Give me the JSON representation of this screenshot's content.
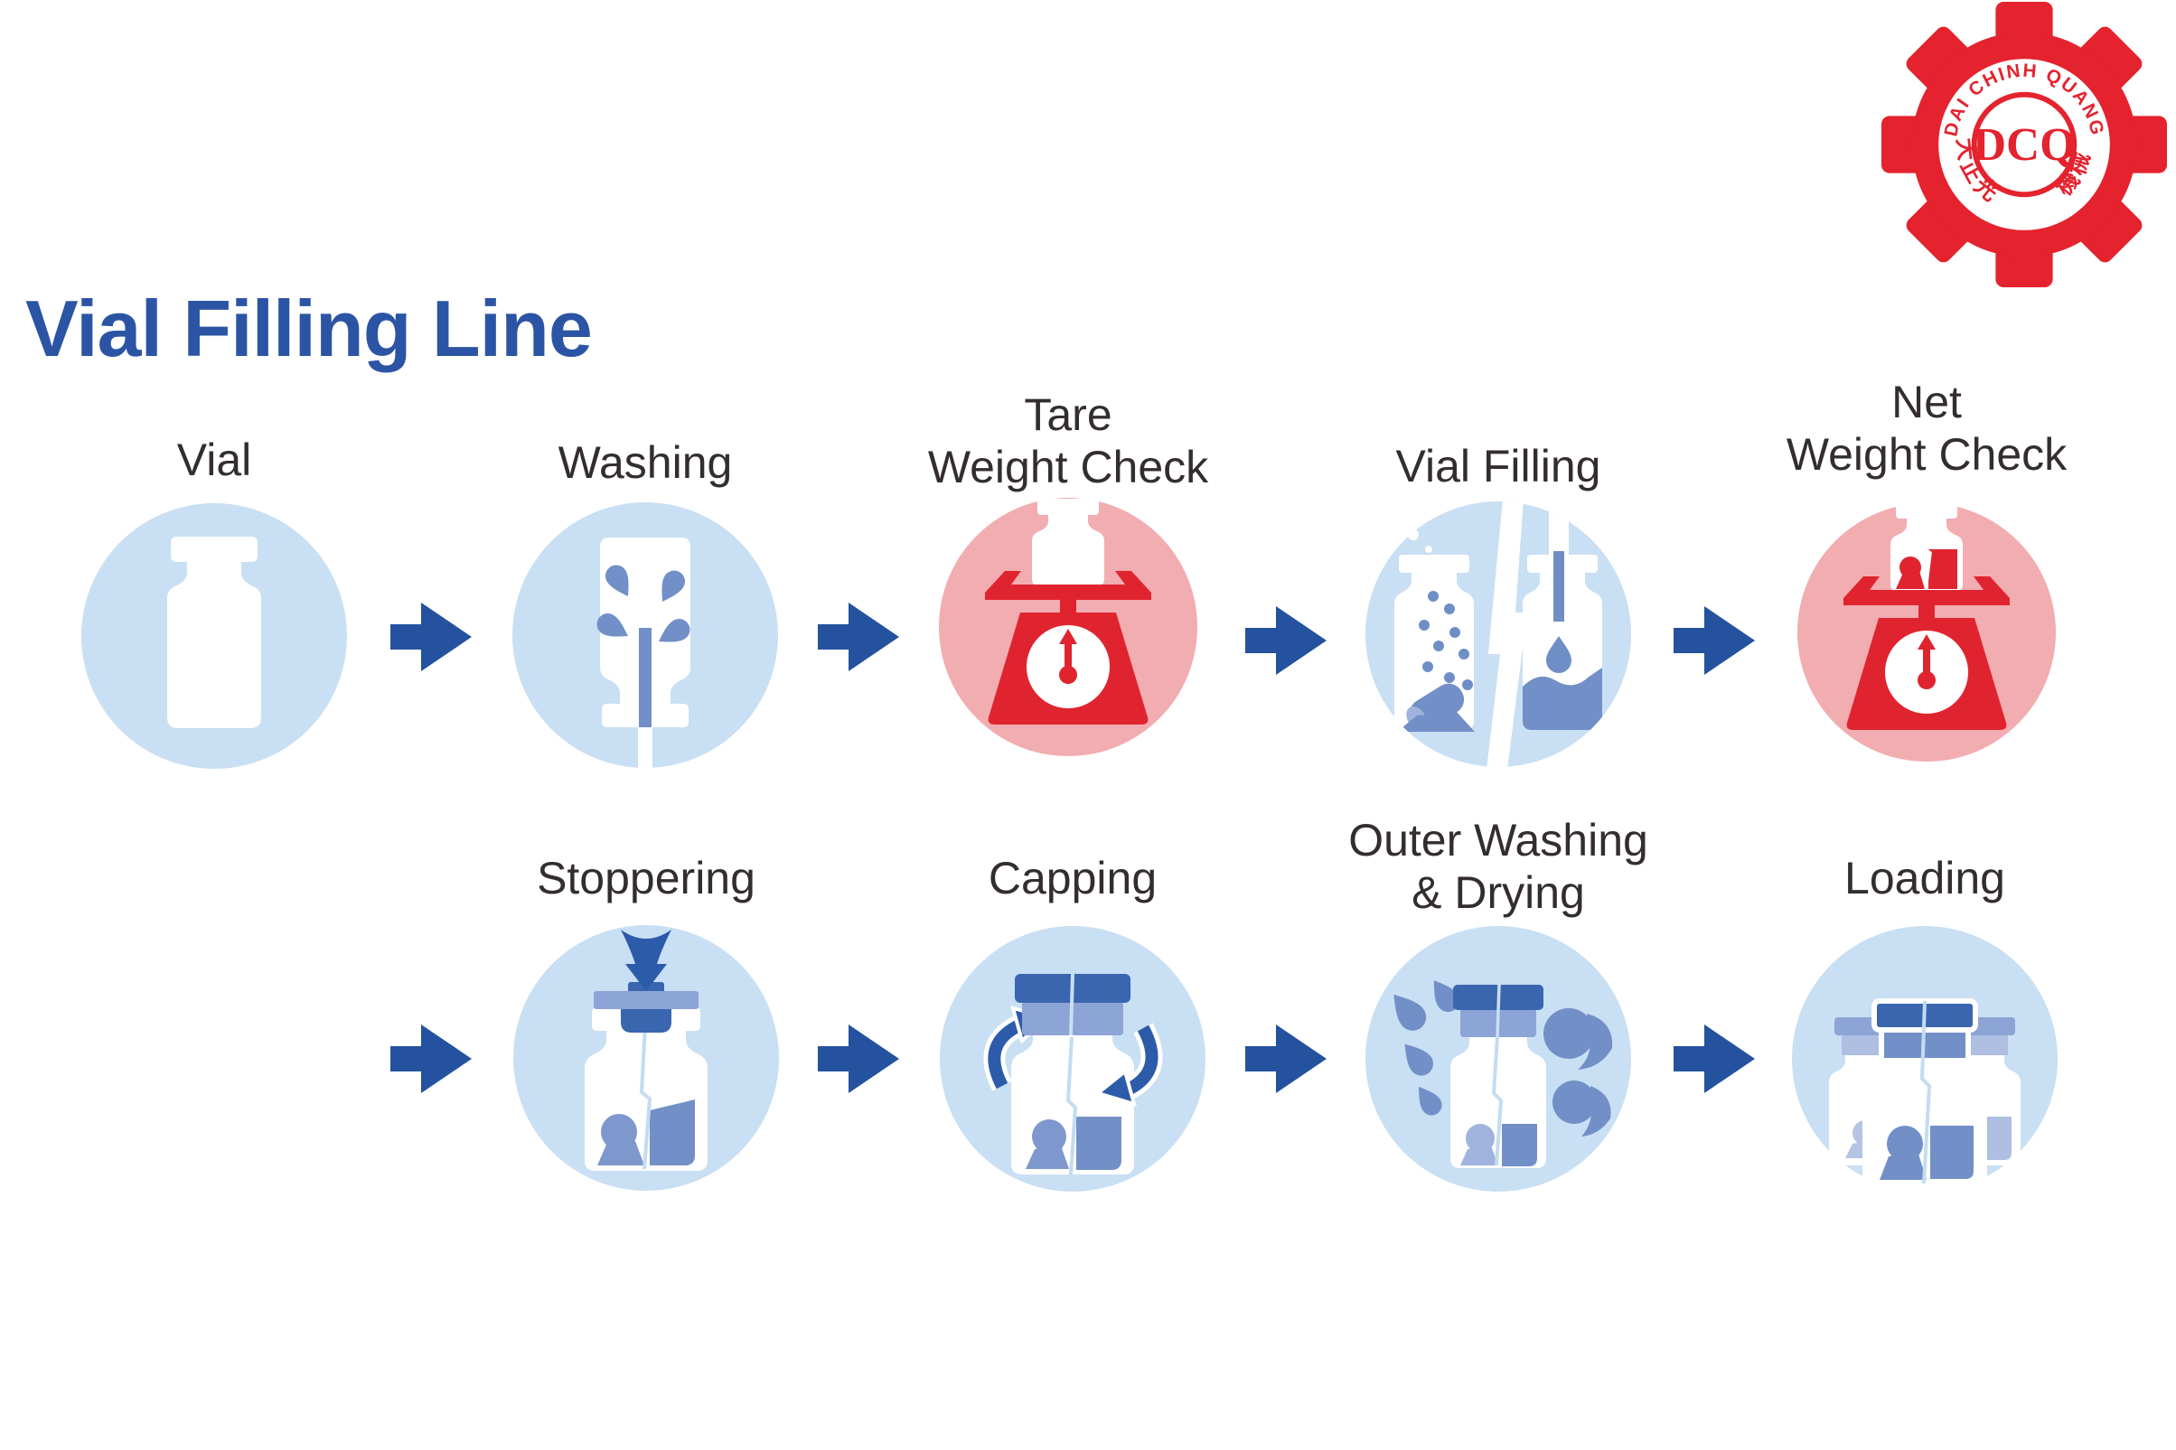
{
  "page": {
    "title": "Vial Filling Line"
  },
  "logo": {
    "arc_text": "DAI CHINH QUANG",
    "monogram": "DCQ",
    "cjk_left": "大正光",
    "cjk_right": "機械",
    "color": "#E4232E"
  },
  "steps": [
    {
      "id": "vial",
      "lines": [
        "Vial"
      ],
      "icon": "vial-icon",
      "theme": "blue"
    },
    {
      "id": "washing",
      "lines": [
        "Washing"
      ],
      "icon": "washing-icon",
      "theme": "blue"
    },
    {
      "id": "tare-weight-check",
      "lines": [
        "Tare",
        "Weight Check"
      ],
      "icon": "tare-scale-icon",
      "theme": "red"
    },
    {
      "id": "vial-filling",
      "lines": [
        "Vial Filling"
      ],
      "icon": "vial-filling-icon",
      "theme": "blue"
    },
    {
      "id": "net-weight-check",
      "lines": [
        "Net",
        "Weight Check"
      ],
      "icon": "net-scale-icon",
      "theme": "red"
    },
    {
      "id": "stoppering",
      "lines": [
        "Stoppering"
      ],
      "icon": "stoppering-icon",
      "theme": "blue"
    },
    {
      "id": "capping",
      "lines": [
        "Capping"
      ],
      "icon": "capping-icon",
      "theme": "blue"
    },
    {
      "id": "outer-washing-drying",
      "lines": [
        "Outer Washing",
        "& Drying"
      ],
      "icon": "outer-washing-icon",
      "theme": "blue"
    },
    {
      "id": "loading",
      "lines": [
        "Loading"
      ],
      "icon": "loading-icon",
      "theme": "blue"
    }
  ],
  "colors": {
    "title_blue": "#2B54A4",
    "arrow_blue": "#24529F",
    "circle_light_blue": "#C9DFF3",
    "circle_pink": "#F2ADB1",
    "scale_red": "#E0242F",
    "mid_blue": "#7290C7",
    "light_blue_fill": "#AEBFE2",
    "cap_dark_blue": "#3A66B0",
    "cap_band_blue": "#8CA4D6",
    "label_text": "#332E2D",
    "logo_red": "#E4232E"
  }
}
